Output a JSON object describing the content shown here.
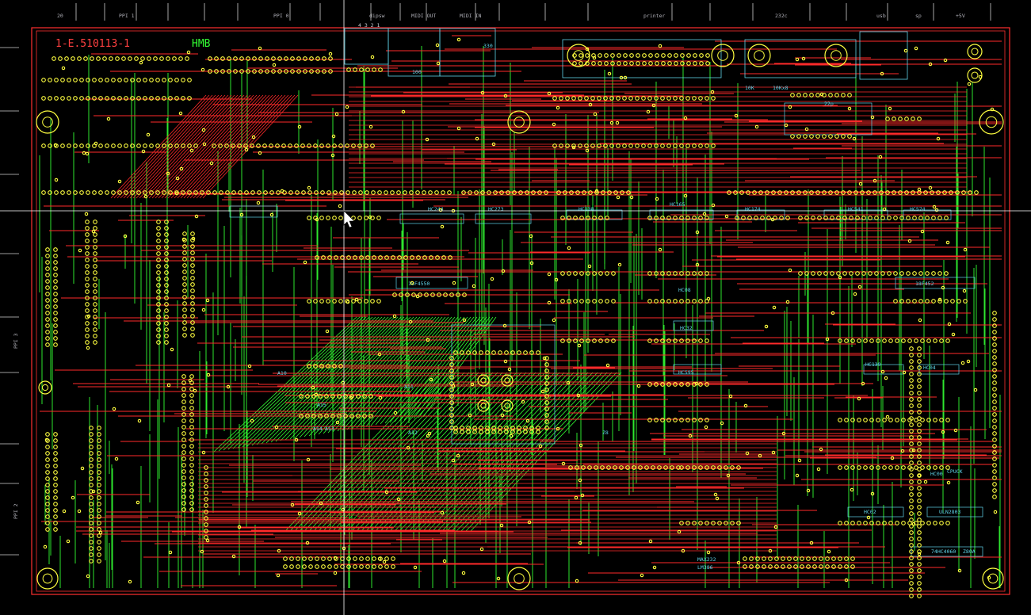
{
  "board": {
    "id_text": "1-E.510113-1",
    "tag_text": "HMB",
    "edge_labels": {
      "top": [
        "20",
        "PPI 1",
        "PPI 0",
        "dipsw",
        "MIDI OUT",
        "MIDI IN",
        "printer",
        "232c",
        "usb",
        "sp",
        "+5V"
      ],
      "left": [
        "PPI 3",
        "PPI 2"
      ]
    },
    "dipsw_pins": "4 3 2 1",
    "part_labels": [
      "HC244",
      "HC273",
      "HC138",
      "HC165",
      "HC174",
      "HC541",
      "HC574",
      "18F4550",
      "18F452",
      "HC08",
      "HC32",
      "HC595",
      "HC139",
      "HC04",
      "HC00",
      "HC02",
      "ULN2803",
      "74HC4060",
      "Z80A",
      "MAX232",
      "LM386",
      "10Kx8",
      "10K",
      "330",
      "100",
      "22p",
      "Z8"
    ],
    "designators": [
      "A15",
      "A14",
      "A13",
      "A10",
      "A11",
      "A12",
      "CPUCK"
    ]
  },
  "colors": {
    "background": "#000000",
    "outline": "#ff3030",
    "top_copper": "#ff2a2a",
    "bottom_copper": "#33ff33",
    "pad": "#ffff40",
    "silk": "#5fd3e8",
    "crosshair": "#ffffff",
    "id_text": "#ff4040",
    "tag_text": "#33ff33"
  },
  "cursor": {
    "type": "arrow",
    "icon": "mouse-pointer-icon"
  }
}
